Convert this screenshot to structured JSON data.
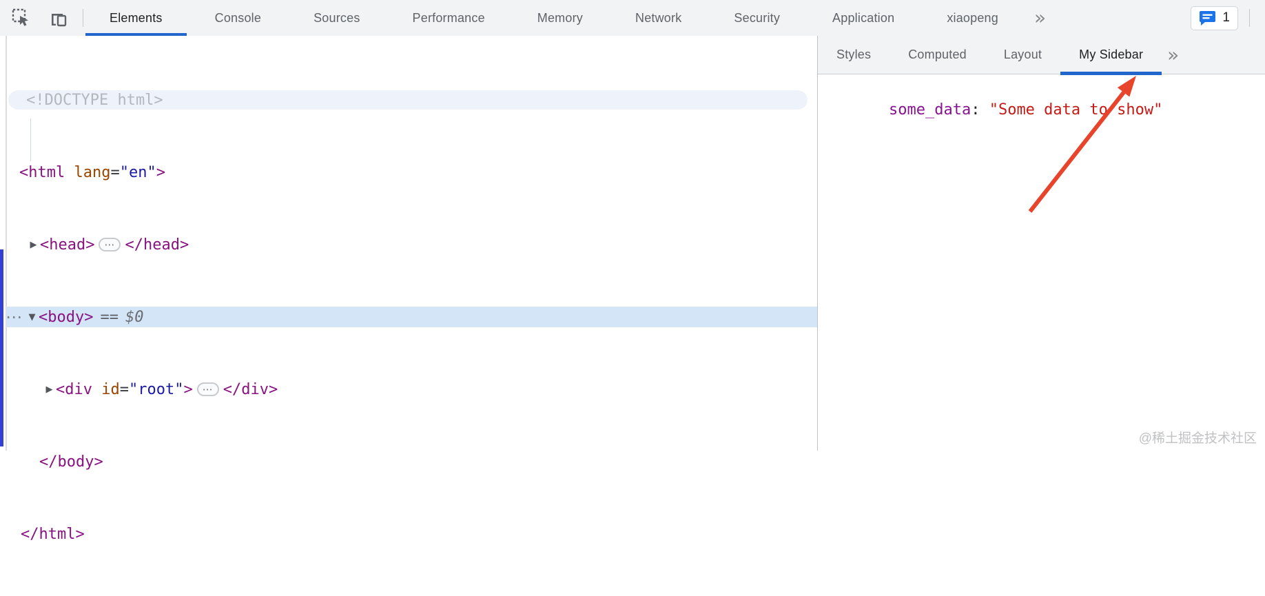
{
  "toolbar": {
    "icons": [
      "inspect-cursor-icon",
      "device-toolbar-icon"
    ],
    "tabs": [
      "Elements",
      "Console",
      "Sources",
      "Performance",
      "Memory",
      "Network",
      "Security",
      "Application",
      "xiaopeng"
    ],
    "active_tab": "Elements",
    "more_label": "»",
    "badge": {
      "count": "1",
      "icon": "console-messages-icon"
    }
  },
  "dom_tree": {
    "expander_collapsed": "▶",
    "expander_expanded": "▼",
    "gutter_dots": "⋯",
    "ellipsis": "⋯",
    "doctype": "<!DOCTYPE html>",
    "html_open": "<html ",
    "html_attr": "lang",
    "html_eq": "=",
    "html_val": "\"en\"",
    "html_gt": ">",
    "head_open": "<head>",
    "head_close": "</head>",
    "body_open": "<body>",
    "body_eq": "==",
    "body_dollar": "$0",
    "div_open": "<div ",
    "div_attr": "id",
    "div_eq": "=",
    "div_val": "\"root\"",
    "div_gt": ">",
    "div_close": "</div>",
    "body_close": "</body>",
    "html_close": "</html>"
  },
  "sidebar": {
    "tabs": [
      "Styles",
      "Computed",
      "Layout",
      "My Sidebar"
    ],
    "active_tab": "My Sidebar",
    "more_label": "»",
    "entry": {
      "key": "some_data",
      "colon": ": ",
      "value": "\"Some data to show\""
    }
  },
  "watermark": "@稀土掘金技术社区",
  "colors": {
    "toolbar_bg": "#f1f3f4",
    "accent_blue": "#2166cd",
    "selection_blue": "#d5e5f8",
    "hover_blue": "#edf2fb",
    "tag_purple": "#881280",
    "attr_orange": "#994500",
    "attr_value_blue": "#1a1aa6",
    "sidebar_key_purple": "#881391",
    "sidebar_string_red": "#c41a16",
    "annotation_arrow_red": "#e8432b",
    "left_bar_blue": "#3340d6"
  }
}
